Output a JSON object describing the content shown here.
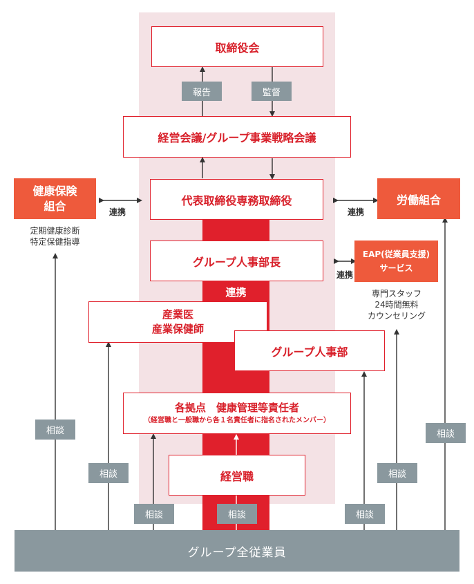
{
  "board": "取締役会",
  "report": "報告",
  "supervise": "監督",
  "management_meeting": "経営会議/グループ事業戦略会議",
  "directors": "代表取締役専務取締役",
  "group_hr_head": "グループ人事部長",
  "collab_center": "連携",
  "doctor_line1": "産業医",
  "doctor_line2": "産業保健師",
  "group_hr": "グループ人事部",
  "managers_title": "各拠点　健康管理等責任者",
  "managers_sub": "（経営職と一般職から各１名責任者に指名されたメンバー）",
  "executives": "経営職",
  "employees": "グループ全従業員",
  "insurance_line1": "健康保険",
  "insurance_line2": "組合",
  "insurance_note_line1": "定期健康診断",
  "insurance_note_line2": "特定保健指導",
  "collab_left": "連携",
  "union": "労働組合",
  "collab_right": "連携",
  "eap_line1": "EAP(従業員支援)",
  "eap_line2": "サービス",
  "collab_eap": "連携",
  "eap_note_line1": "専門スタッフ",
  "eap_note_line2": "24時間無料",
  "eap_note_line3": "カウンセリング",
  "consult": [
    "相談",
    "相談",
    "相談",
    "相談",
    "相談",
    "相談"
  ]
}
